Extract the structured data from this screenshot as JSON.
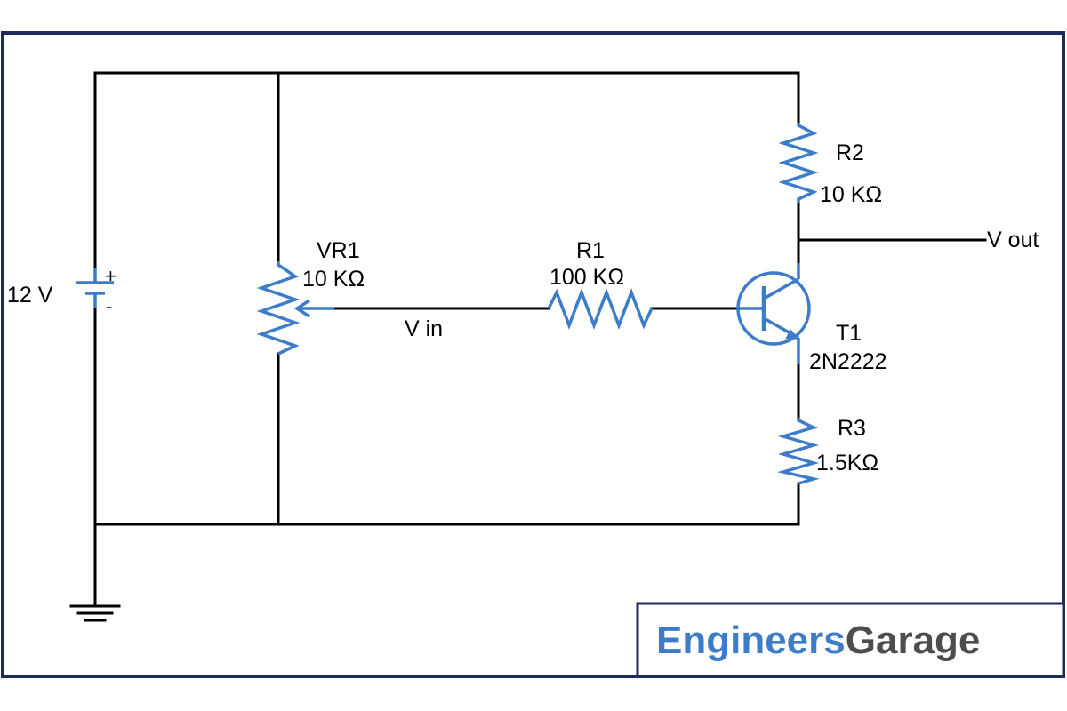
{
  "components": {
    "battery": {
      "voltage_label": "12 V",
      "plus_sign": "+",
      "minus_sign": "-"
    },
    "vr1": {
      "name": "VR1",
      "value": "10 KΩ"
    },
    "r1": {
      "name": "R1",
      "value": "100 KΩ"
    },
    "r2": {
      "name": "R2",
      "value": "10 KΩ"
    },
    "r3": {
      "name": "R3",
      "value": "1.5KΩ"
    },
    "t1": {
      "name": "T1",
      "part": "2N2222"
    }
  },
  "nodes": {
    "vin_label": "V in",
    "vout_label": "V out"
  },
  "logo": {
    "part1": "Engineers",
    "part2": "Garage"
  },
  "colors": {
    "wire": "#000000",
    "component": "#3d7cc9",
    "frame": "#1f2a5a",
    "logo_part1": "#3d7cc9",
    "logo_part2": "#4d4d4d"
  }
}
